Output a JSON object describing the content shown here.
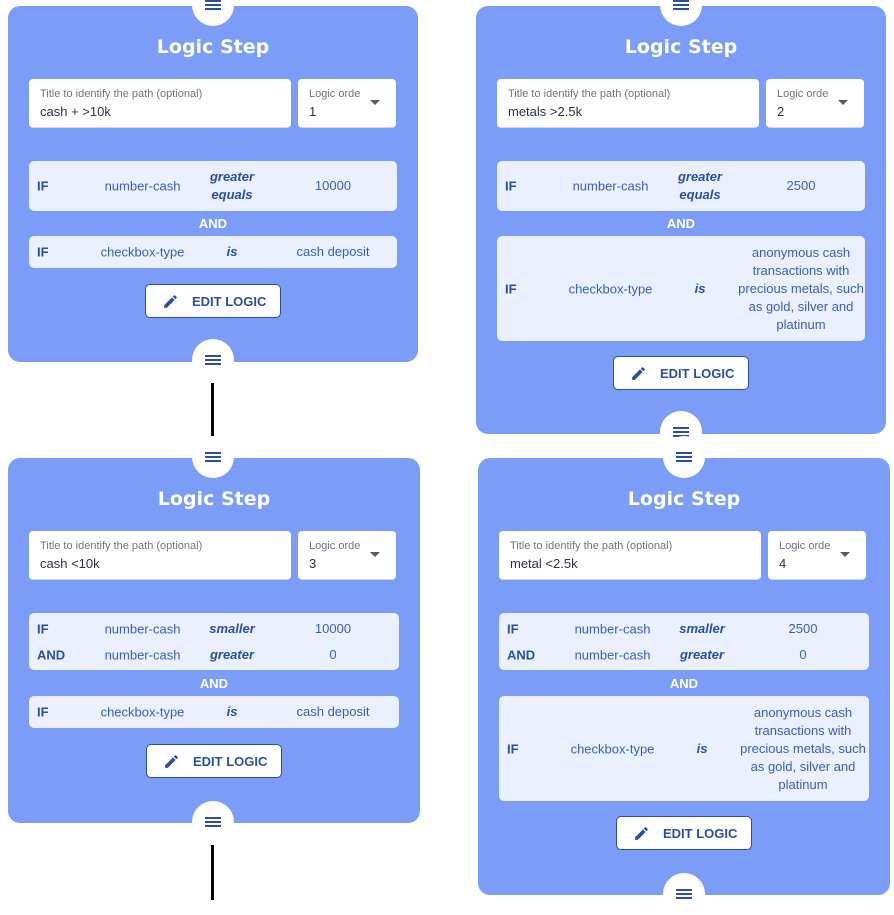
{
  "common": {
    "card_title": "Logic Step",
    "title_field_label": "Title to identify the path (optional)",
    "order_field_label": "Logic orde",
    "and_separator": "AND",
    "edit_button_label": "EDIT LOGIC"
  },
  "steps": [
    {
      "title_value": "cash + >10k",
      "order_value": "1",
      "group1": [
        {
          "keyword": "IF",
          "field": "number-cash",
          "operator": "greater equals",
          "value": "10000"
        }
      ],
      "group2": [
        {
          "keyword": "IF",
          "field": "checkbox-type",
          "operator": "is",
          "value": "cash deposit"
        }
      ]
    },
    {
      "title_value": "metals >2.5k",
      "order_value": "2",
      "group1": [
        {
          "keyword": "IF",
          "field": "number-cash",
          "operator": "greater equals",
          "value": "2500"
        }
      ],
      "group2": [
        {
          "keyword": "IF",
          "field": "checkbox-type",
          "operator": "is",
          "value": "anonymous cash transactions with precious metals, such as gold, silver and platinum"
        }
      ]
    },
    {
      "title_value": "cash <10k",
      "order_value": "3",
      "group1": [
        {
          "keyword": "IF",
          "field": "number-cash",
          "operator": "smaller",
          "value": "10000"
        },
        {
          "keyword": "AND",
          "field": "number-cash",
          "operator": "greater",
          "value": "0"
        }
      ],
      "group2": [
        {
          "keyword": "IF",
          "field": "checkbox-type",
          "operator": "is",
          "value": "cash deposit"
        }
      ]
    },
    {
      "title_value": "metal <2.5k",
      "order_value": "4",
      "group1": [
        {
          "keyword": "IF",
          "field": "number-cash",
          "operator": "smaller",
          "value": "2500"
        },
        {
          "keyword": "AND",
          "field": "number-cash",
          "operator": "greater",
          "value": "0"
        }
      ],
      "group2": [
        {
          "keyword": "IF",
          "field": "checkbox-type",
          "operator": "is",
          "value": "anonymous cash transactions with precious metals, such as gold, silver and platinum"
        }
      ]
    }
  ],
  "icons": {
    "handle": "drag-handle-icon",
    "edit": "pencil-icon",
    "dropdown": "caret-down-icon"
  },
  "colors": {
    "card_background": "#7b9cf7",
    "rule_background": "#eaf0fd",
    "accent": "#2b4f9f"
  }
}
